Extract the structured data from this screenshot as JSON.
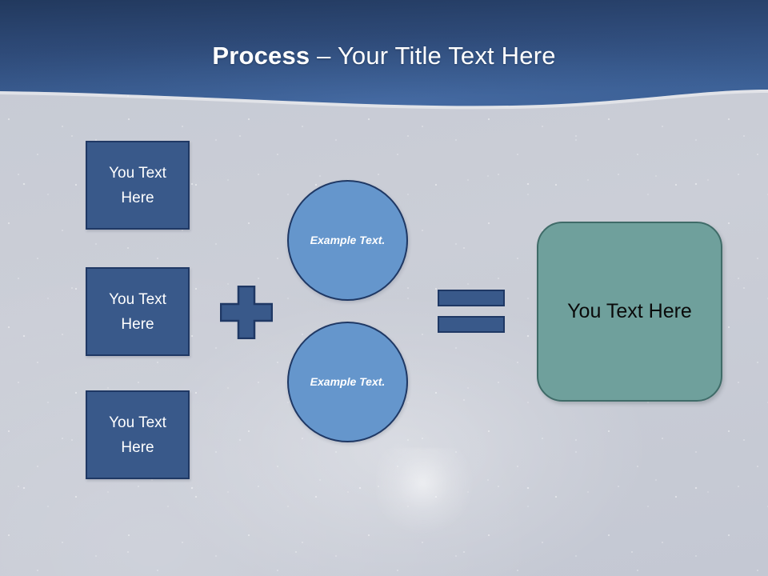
{
  "slide": {
    "title": {
      "bold_part": "Process",
      "rest_part": " – Your Title Text Here"
    },
    "colors": {
      "header_top": "#263D63",
      "header_bottom": "#3A5E92",
      "background": "#C9CCD5",
      "blue_fill": "#39598A",
      "blue_border": "#1F3864",
      "circle_fill": "#6596CC",
      "green_fill": "#6FA09C",
      "green_border": "#3F6B68",
      "title_text": "#FFFFFF",
      "green_text": "#000000"
    }
  },
  "diagram": {
    "inputs": [
      {
        "label": "You Text Here"
      },
      {
        "label": "You Text Here"
      },
      {
        "label": "You Text Here"
      }
    ],
    "operator_plus": "+",
    "circles": [
      {
        "label": "Example Text."
      },
      {
        "label": "Example Text."
      }
    ],
    "operator_equals": "=",
    "result": {
      "label": "You Text Here"
    }
  }
}
